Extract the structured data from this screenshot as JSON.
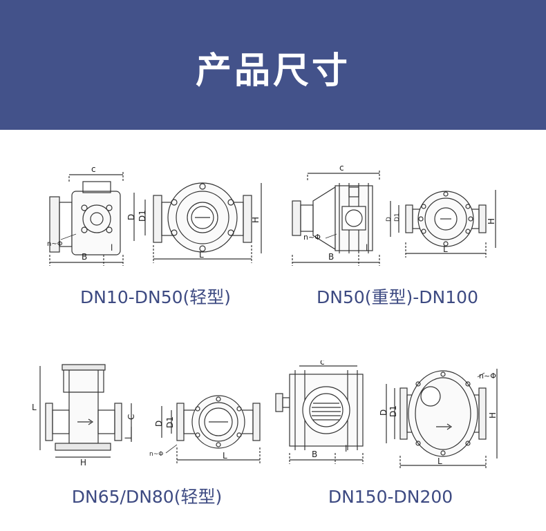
{
  "header": {
    "title": "产品尺寸",
    "background_color": "#43528a",
    "text_color": "#ffffff"
  },
  "accent_color": "#3d4a82",
  "diagrams": [
    {
      "caption": "DN10-DN50(轻型)",
      "dimension_labels": [
        "c",
        "B",
        "l",
        "n~Φ",
        "D",
        "D1",
        "L",
        "H"
      ]
    },
    {
      "caption": "DN50(重型)-DN100",
      "dimension_labels": [
        "c",
        "B",
        "l",
        "n~Φ",
        "D",
        "D1",
        "L",
        "H"
      ]
    },
    {
      "caption": "DN65/DN80(轻型)",
      "dimension_labels": [
        "L",
        "C",
        "l",
        "H",
        "D",
        "D1",
        "n~Φ",
        "L"
      ]
    },
    {
      "caption": "DN150-DN200",
      "dimension_labels": [
        "c",
        "B",
        "l",
        "D",
        "D1",
        "n~Φ",
        "L",
        "H"
      ]
    }
  ]
}
